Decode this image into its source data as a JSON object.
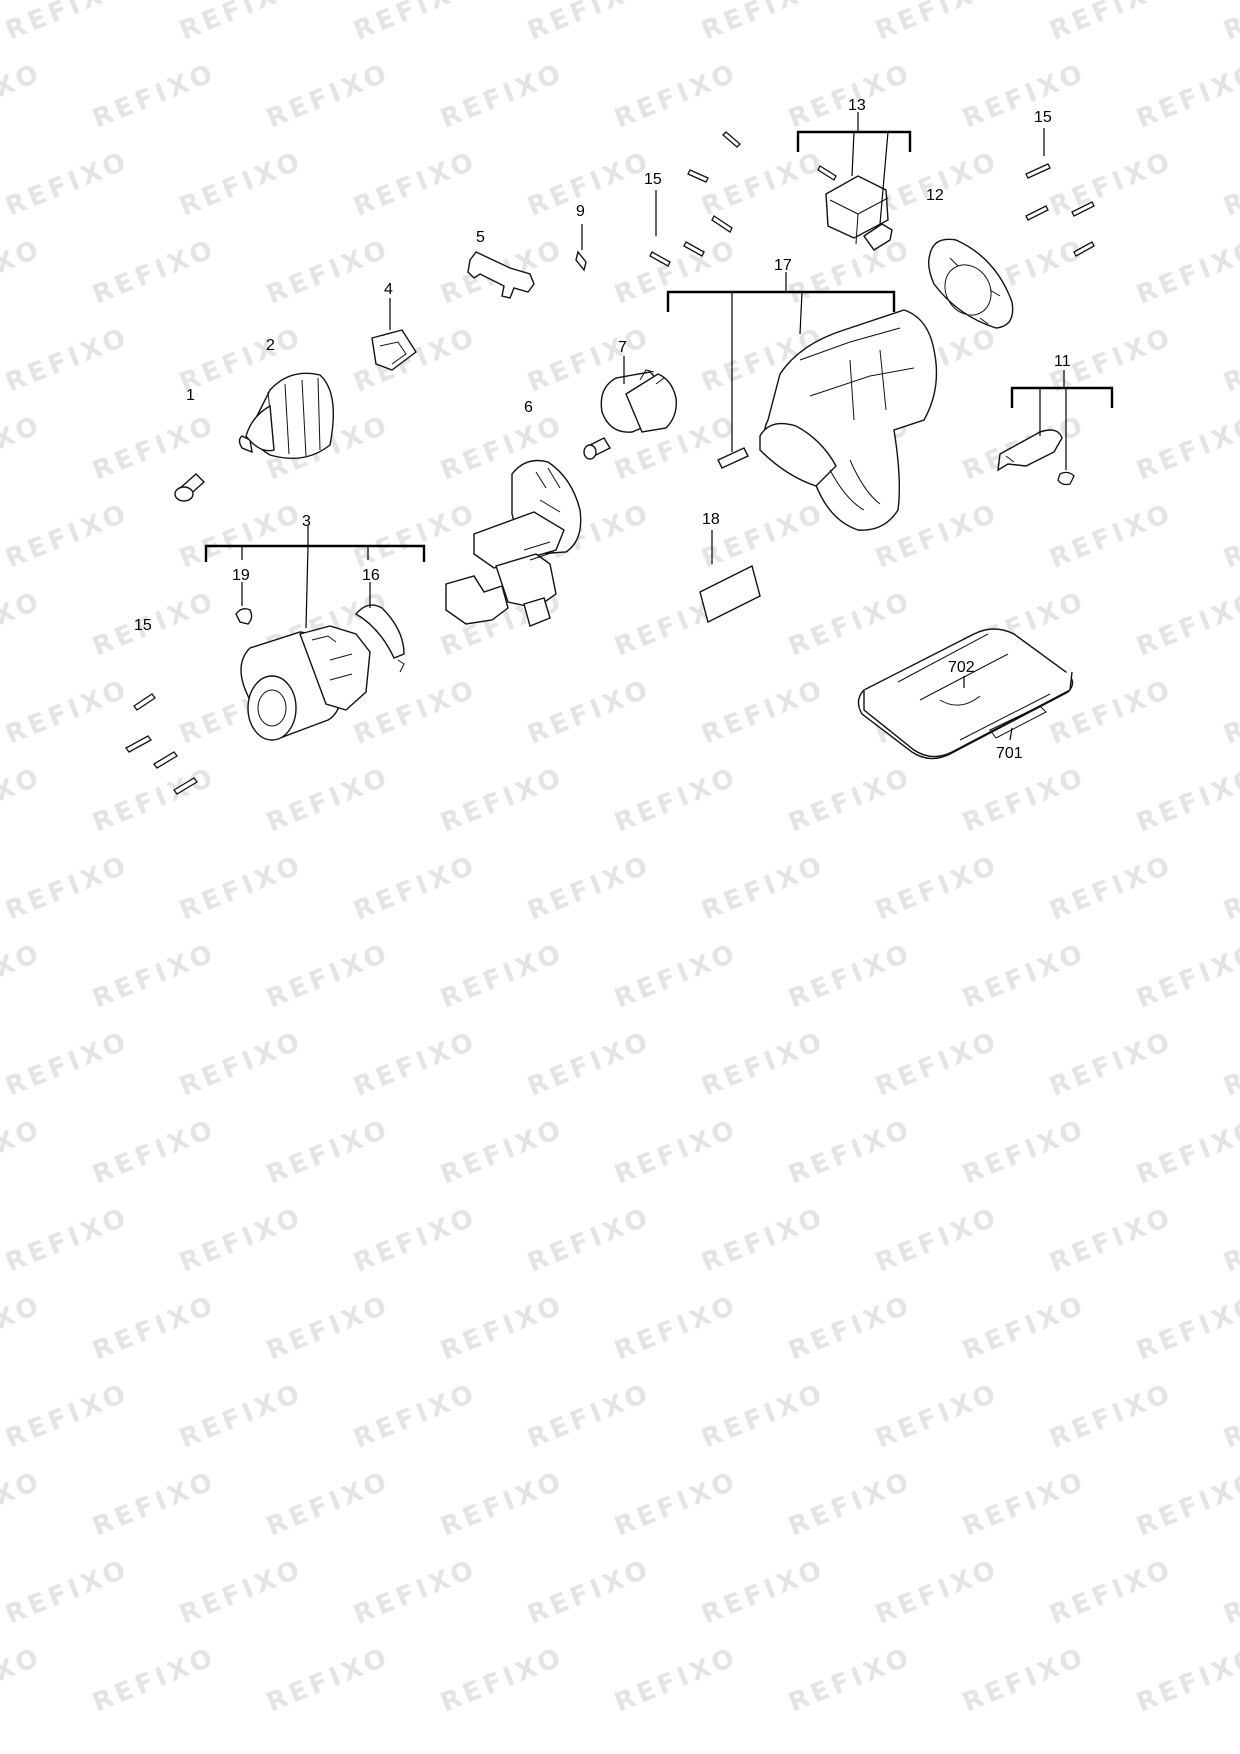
{
  "watermark": "REFIXO",
  "labels": {
    "l1": "1",
    "l2": "2",
    "l3": "3",
    "l4": "4",
    "l5": "5",
    "l6": "6",
    "l7": "7",
    "l9": "9",
    "l11": "11",
    "l12": "12",
    "l13": "13",
    "l15a": "15",
    "l15b": "15",
    "l15c": "15",
    "l16": "16",
    "l17": "17",
    "l18": "18",
    "l19": "19",
    "l701": "701",
    "l702": "702"
  }
}
